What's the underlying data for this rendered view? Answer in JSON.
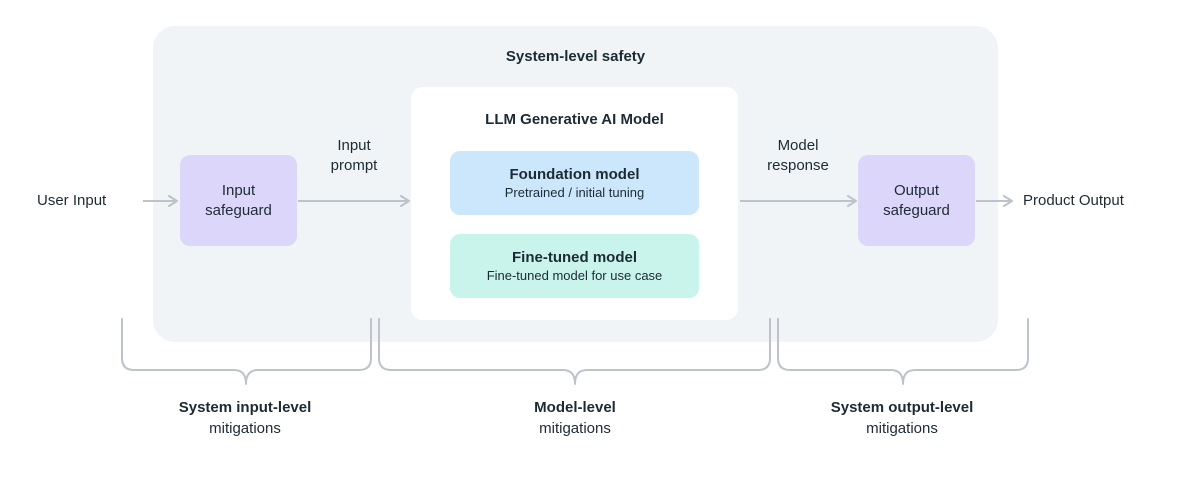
{
  "system": {
    "title": "System-level safety"
  },
  "model": {
    "title": "LLM Generative AI Model",
    "foundation": {
      "title": "Foundation model",
      "subtitle": "Pretrained / initial tuning"
    },
    "finetuned": {
      "title": "Fine-tuned model",
      "subtitle": "Fine-tuned model for use case"
    }
  },
  "flow": {
    "user_input": "User Input",
    "input_safeguard_line1": "Input",
    "input_safeguard_line2": "safeguard",
    "input_prompt_line1": "Input",
    "input_prompt_line2": "prompt",
    "model_response_line1": "Model",
    "model_response_line2": "response",
    "output_safeguard_line1": "Output",
    "output_safeguard_line2": "safeguard",
    "product_output": "Product Output"
  },
  "mitigations": {
    "input": {
      "bold": "System input-level",
      "normal": "mitigations"
    },
    "model": {
      "bold": "Model-level",
      "normal": "mitigations"
    },
    "output": {
      "bold": "System output-level",
      "normal": "mitigations"
    }
  },
  "colors": {
    "panel": "#f1f4f7",
    "safeguard": "#dcd6fb",
    "foundation": "#cce7fb",
    "finetuned": "#c9f4ec",
    "line": "#bcc3ca",
    "text": "#1c2b33"
  }
}
